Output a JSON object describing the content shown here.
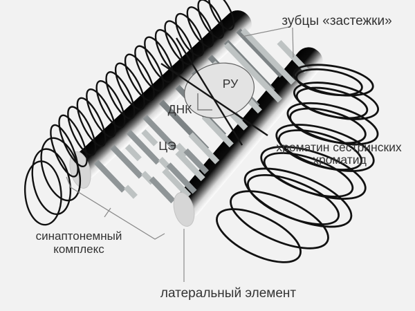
{
  "diagram": {
    "title_hint": "synaptonemal complex scheme",
    "labels": {
      "zipper_teeth": "зубцы «застежки»",
      "recombination_nodule": "РУ",
      "dna": "ДНК",
      "central_element": "ЦЭ",
      "chromatin_line1": "хроматин сестринских",
      "chromatin_line2": "хроматид",
      "complex_line1": "синаптонемный",
      "complex_line2": "комплекс",
      "lateral_element": "латеральный элемент"
    },
    "colors": {
      "background": "#f2f2f2",
      "text": "#333333",
      "coil_stroke": "#111111",
      "tooth_main": "#8f9597",
      "tooth_light": "#bec3c3",
      "tooth_dark": "#7d8385",
      "end_cap": "#d6d6d6",
      "nodule_fill": "#e3e3e3",
      "nodule_stroke": "#5f5f5f",
      "pointer_line": "#8a8a8a",
      "dna_line": "#151515"
    }
  }
}
